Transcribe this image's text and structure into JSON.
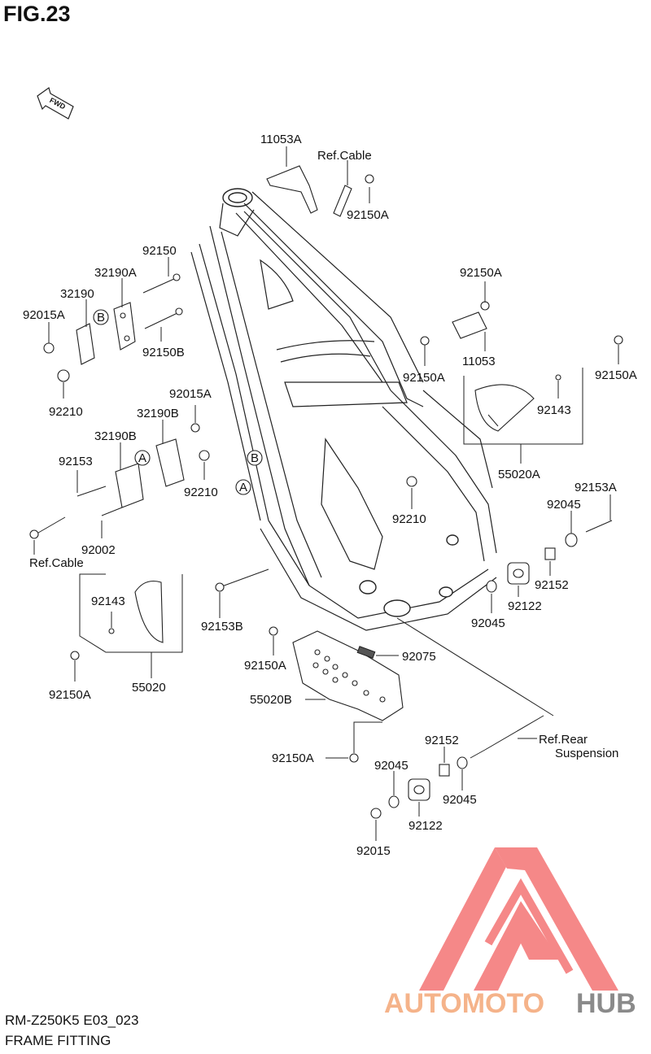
{
  "figure": {
    "title": "FIG.23",
    "model_code": "RM-Z250K5 E03_023",
    "section_name": "FRAME FITTING"
  },
  "fwd_label": "FWD",
  "callouts": {
    "c1": "11053A",
    "c2": "Ref.Cable",
    "c3": "92150A",
    "c4": "92150",
    "c5": "32190A",
    "c6": "32190",
    "c7": "92015A",
    "c8": "92150B",
    "c9": "92210",
    "c10": "92150A",
    "c11": "11053",
    "c12": "92150A",
    "c13": "92150A",
    "c14": "92143",
    "c15": "55020A",
    "c16": "92015A",
    "c17": "32190B",
    "c18": "32190B",
    "c19": "92153",
    "c20": "92210",
    "c21": "92002",
    "c22": "Ref.Cable",
    "c23": "92210",
    "c24": "92153A",
    "c25": "92045",
    "c26": "92152",
    "c27": "92122",
    "c28": "92045",
    "c29": "92143",
    "c30": "92153B",
    "c31": "92150A",
    "c32": "92075",
    "c33": "55020",
    "c34": "92150A",
    "c35": "55020B",
    "c36": "92152",
    "c37": "Ref.Rear",
    "c38": "Suspension",
    "c39": "92150A",
    "c40": "92045",
    "c41": "92045",
    "c42": "92122",
    "c43": "92015"
  },
  "markers": {
    "a": "A",
    "b": "B"
  },
  "watermark": {
    "brand_part1": "AUTOMOTO",
    "brand_part2": "HUB",
    "colors": {
      "logo": "#f47c7c",
      "part1": "#f5b38a",
      "part2": "#8a8a8a"
    }
  }
}
